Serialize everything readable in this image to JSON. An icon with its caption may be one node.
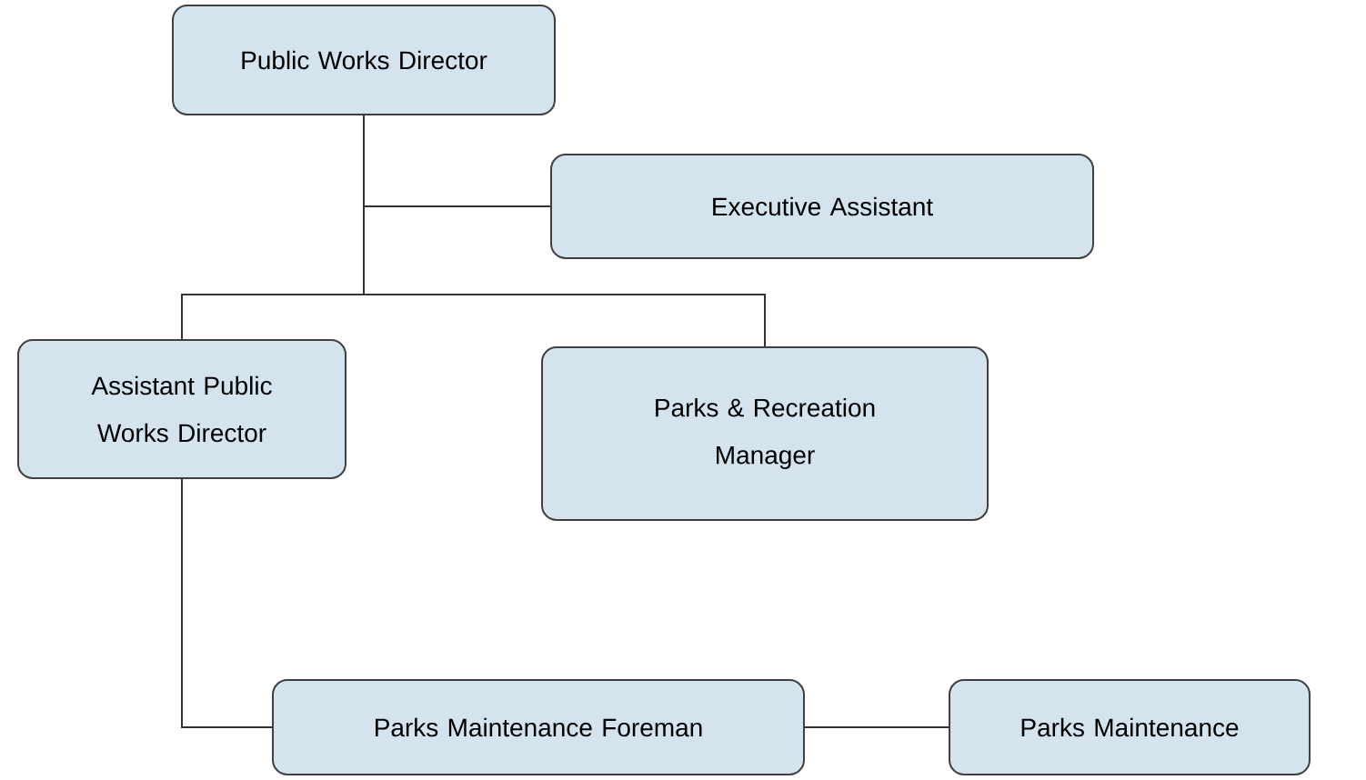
{
  "diagram": {
    "nodes": [
      {
        "text": [
          "Public Works Director"
        ]
      },
      {
        "text": [
          "Executive Assistant"
        ]
      },
      {
        "text": [
          "Assistant Public Works Director"
        ]
      },
      {
        "text": [
          "Parks & Recreation Manager"
        ]
      },
      {
        "text": [
          "Parks Maintenance Foreman"
        ]
      },
      {
        "text": [
          "Parks Maintenance"
        ]
      }
    ],
    "edges": [
      {
        "from": 0,
        "to": 1,
        "arrow": "none"
      },
      {
        "from": 0,
        "to": 2,
        "arrow": "none"
      },
      {
        "from": 0,
        "to": 3,
        "arrow": "none"
      },
      {
        "from": 2,
        "to": 4,
        "arrow": "none"
      },
      {
        "from": 4,
        "to": 5,
        "arrow": "none"
      }
    ]
  }
}
